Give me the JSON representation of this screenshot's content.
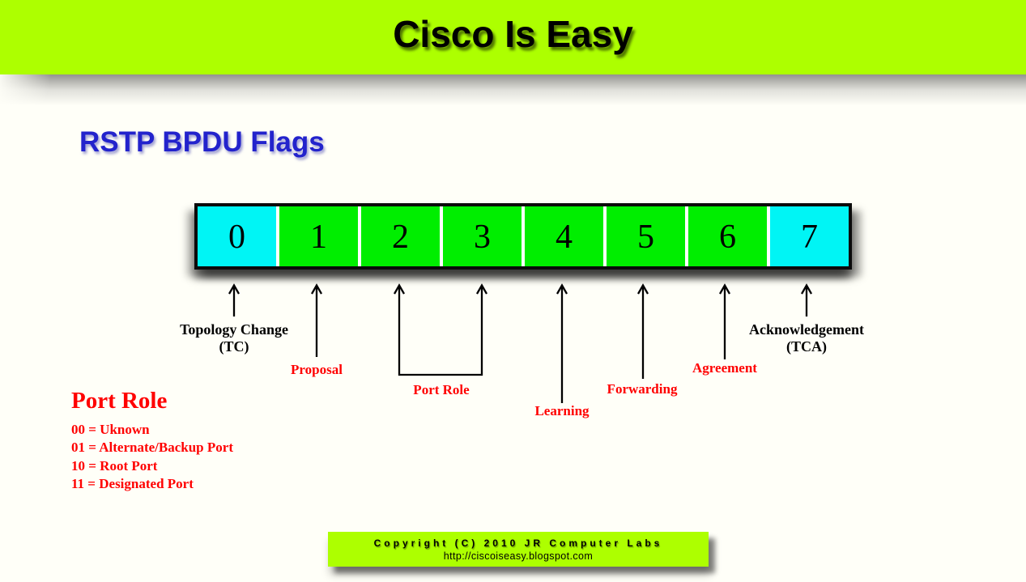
{
  "banner": {
    "title": "Cisco Is Easy"
  },
  "heading": {
    "title": "RSTP BPDU Flags"
  },
  "bit_field": {
    "cells": [
      {
        "label": "0",
        "color": "#00F5F5"
      },
      {
        "label": "1",
        "color": "#00EE00"
      },
      {
        "label": "2",
        "color": "#00EE00"
      },
      {
        "label": "3",
        "color": "#00EE00"
      },
      {
        "label": "4",
        "color": "#00EE00"
      },
      {
        "label": "5",
        "color": "#00EE00"
      },
      {
        "label": "6",
        "color": "#00EE00"
      },
      {
        "label": "7",
        "color": "#00F5F5"
      }
    ]
  },
  "flag_labels": {
    "topology_change": {
      "text": "Topology Change",
      "abbr": "(TC)"
    },
    "proposal": {
      "text": "Proposal"
    },
    "port_role": {
      "text": "Port Role"
    },
    "learning": {
      "text": "Learning"
    },
    "forwarding": {
      "text": "Forwarding"
    },
    "agreement": {
      "text": "Agreement"
    },
    "acknowledgement": {
      "text": "Acknowledgement",
      "abbr": "(TCA)"
    }
  },
  "port_role_legend": {
    "heading": "Port Role",
    "entries": [
      "00 = Uknown",
      "01 = Alternate/Backup Port",
      "10 = Root Port",
      "11 = Designated Port"
    ]
  },
  "footer": {
    "copyright": "Copyright (C) 2010 JR Computer Labs",
    "url": "http://ciscoiseasy.blogspot.com"
  },
  "colors": {
    "accent_green": "#ADFF00",
    "cell_green": "#00EE00",
    "cell_cyan": "#00F5F5",
    "label_red": "#FF0000",
    "heading_blue": "#2323CC"
  }
}
